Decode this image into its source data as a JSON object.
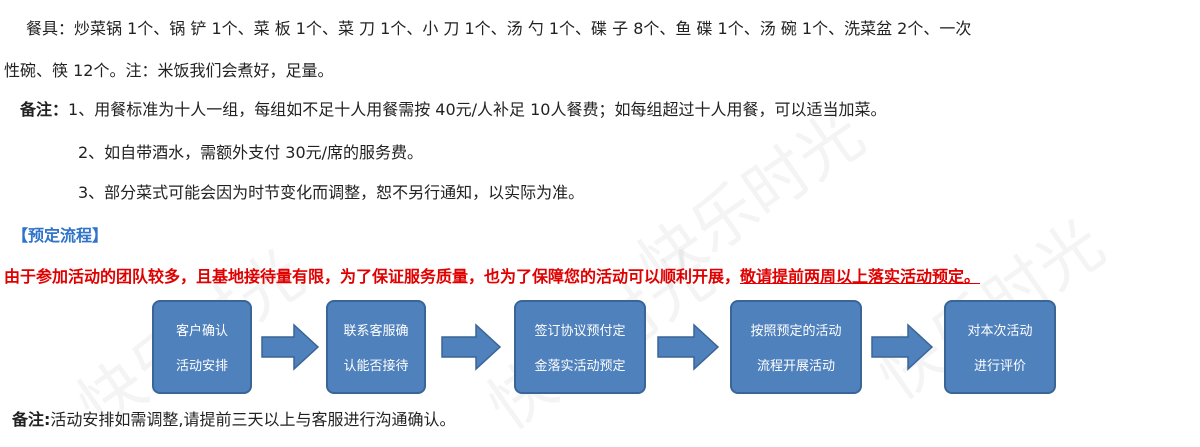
{
  "watermark": "快乐时光",
  "paragraphs": {
    "tableware_line1": "餐具：炒菜锅 1个、锅 铲 1个、菜 板 1个、菜 刀 1个、小 刀 1个、汤 勺 1个、碟 子 8个、鱼 碟 1个、汤 碗 1个、洗菜盆 2个、一次",
    "tableware_line2": "性碗、筷 12个。注：米饭我们会煮好，足量。"
  },
  "notes": {
    "label": "备注：",
    "item1": "1、用餐标准为十人一组，每组如不足十人用餐需按 40元/人补足 10人餐费；如每组超过十人用餐，可以适当加菜。",
    "item2": "2、如自带酒水，需额外支付 30元/席的服务费。",
    "item3": "3、部分菜式可能会因为时节变化而调整，恕不另行通知，以实际为准。"
  },
  "booking": {
    "title": "【预定流程】",
    "notice_main": "由于参加活动的团队较多，且基地接待量有限，为了保证服务质量，也为了保障您的活动可以顺利开展，",
    "notice_underlined": "敬请提前两周以上落实活动预定。"
  },
  "flow_steps": [
    {
      "line1": "客户确认",
      "line2": "活动安排"
    },
    {
      "line1": "联系客服确",
      "line2": "认能否接待"
    },
    {
      "line1": "签订协议预付定",
      "line2": "金落实活动预定"
    },
    {
      "line1": "按照预定的活动",
      "line2": "流程开展活动"
    },
    {
      "line1": "对本次活动",
      "line2": "进行评价"
    }
  ],
  "footer": {
    "label": "备注:",
    "text": "活动安排如需调整,请提前三天以上与客服进行沟通确认。"
  },
  "colors": {
    "accent_blue": "#2f74c9",
    "box_fill": "#4f81bd",
    "notice_red": "#e00000"
  }
}
